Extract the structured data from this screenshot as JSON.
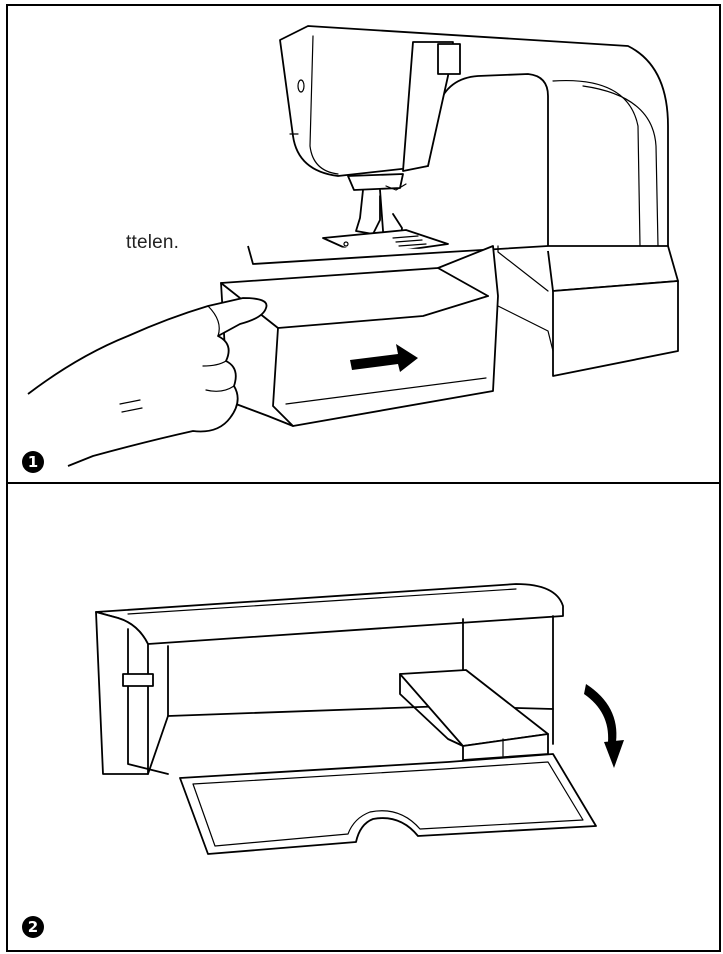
{
  "text_fragment": "ttelen.",
  "steps": [
    {
      "badge": "1"
    },
    {
      "badge": "2"
    }
  ],
  "icons": {
    "arrow_right": "arrow-right-icon",
    "arrow_down": "curved-arrow-down-icon"
  },
  "colors": {
    "line": "#000000",
    "background": "#ffffff"
  }
}
